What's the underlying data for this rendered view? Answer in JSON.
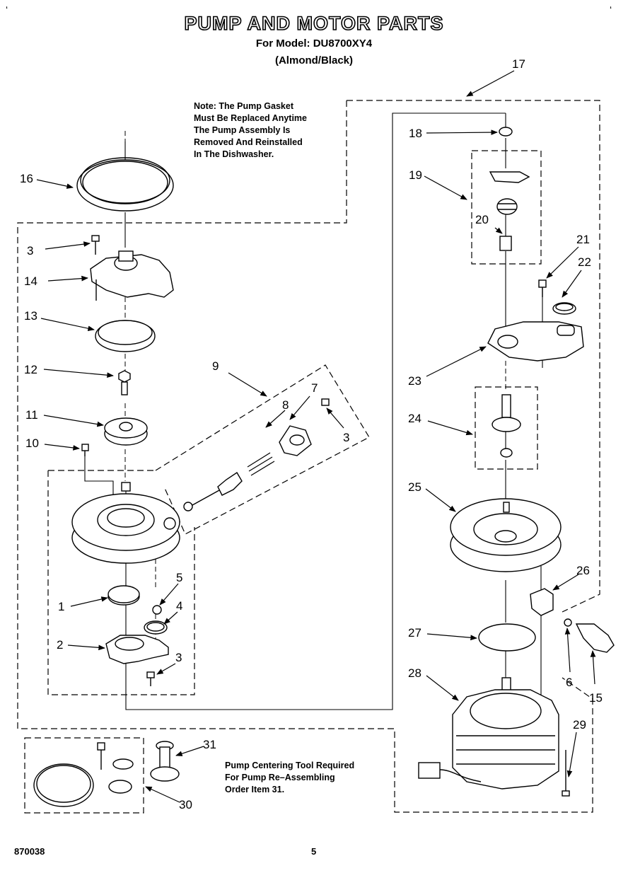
{
  "header": {
    "title": "PUMP AND MOTOR PARTS",
    "model_line": "For Model: DU8700XY4",
    "color_line": "(Almond/Black)"
  },
  "note": {
    "lines": [
      "Note: The Pump Gasket",
      "Must Be Replaced Anytime",
      "The Pump Assembly Is",
      "Removed And Reinstalled",
      "In The Dishwasher."
    ]
  },
  "tool_note": {
    "lines": [
      "Pump Centering Tool Required",
      "For Pump Re–Assembling",
      "Order Item 31."
    ]
  },
  "footer": {
    "doc_number": "870038",
    "page_number": "5"
  },
  "corner_marks": {
    "left": "ʻ",
    "right": "ʻ"
  },
  "callouts": [
    {
      "id": "c16",
      "label": "16"
    },
    {
      "id": "c3a",
      "label": "3"
    },
    {
      "id": "c14",
      "label": "14"
    },
    {
      "id": "c13",
      "label": "13"
    },
    {
      "id": "c12",
      "label": "12"
    },
    {
      "id": "c11",
      "label": "11"
    },
    {
      "id": "c10",
      "label": "10"
    },
    {
      "id": "c9",
      "label": "9"
    },
    {
      "id": "c8",
      "label": "8"
    },
    {
      "id": "c7",
      "label": "7"
    },
    {
      "id": "c3b",
      "label": "3"
    },
    {
      "id": "c5",
      "label": "5"
    },
    {
      "id": "c4",
      "label": "4"
    },
    {
      "id": "c1",
      "label": "1"
    },
    {
      "id": "c2",
      "label": "2"
    },
    {
      "id": "c3c",
      "label": "3"
    },
    {
      "id": "c17",
      "label": "17"
    },
    {
      "id": "c18",
      "label": "18"
    },
    {
      "id": "c19",
      "label": "19"
    },
    {
      "id": "c20",
      "label": "20"
    },
    {
      "id": "c21",
      "label": "21"
    },
    {
      "id": "c22",
      "label": "22"
    },
    {
      "id": "c23",
      "label": "23"
    },
    {
      "id": "c24",
      "label": "24"
    },
    {
      "id": "c25",
      "label": "25"
    },
    {
      "id": "c26",
      "label": "26"
    },
    {
      "id": "c6",
      "label": "6"
    },
    {
      "id": "c15",
      "label": "15"
    },
    {
      "id": "c27",
      "label": "27"
    },
    {
      "id": "c28",
      "label": "28"
    },
    {
      "id": "c29",
      "label": "29"
    },
    {
      "id": "c31",
      "label": "31"
    },
    {
      "id": "c30",
      "label": "30"
    }
  ]
}
